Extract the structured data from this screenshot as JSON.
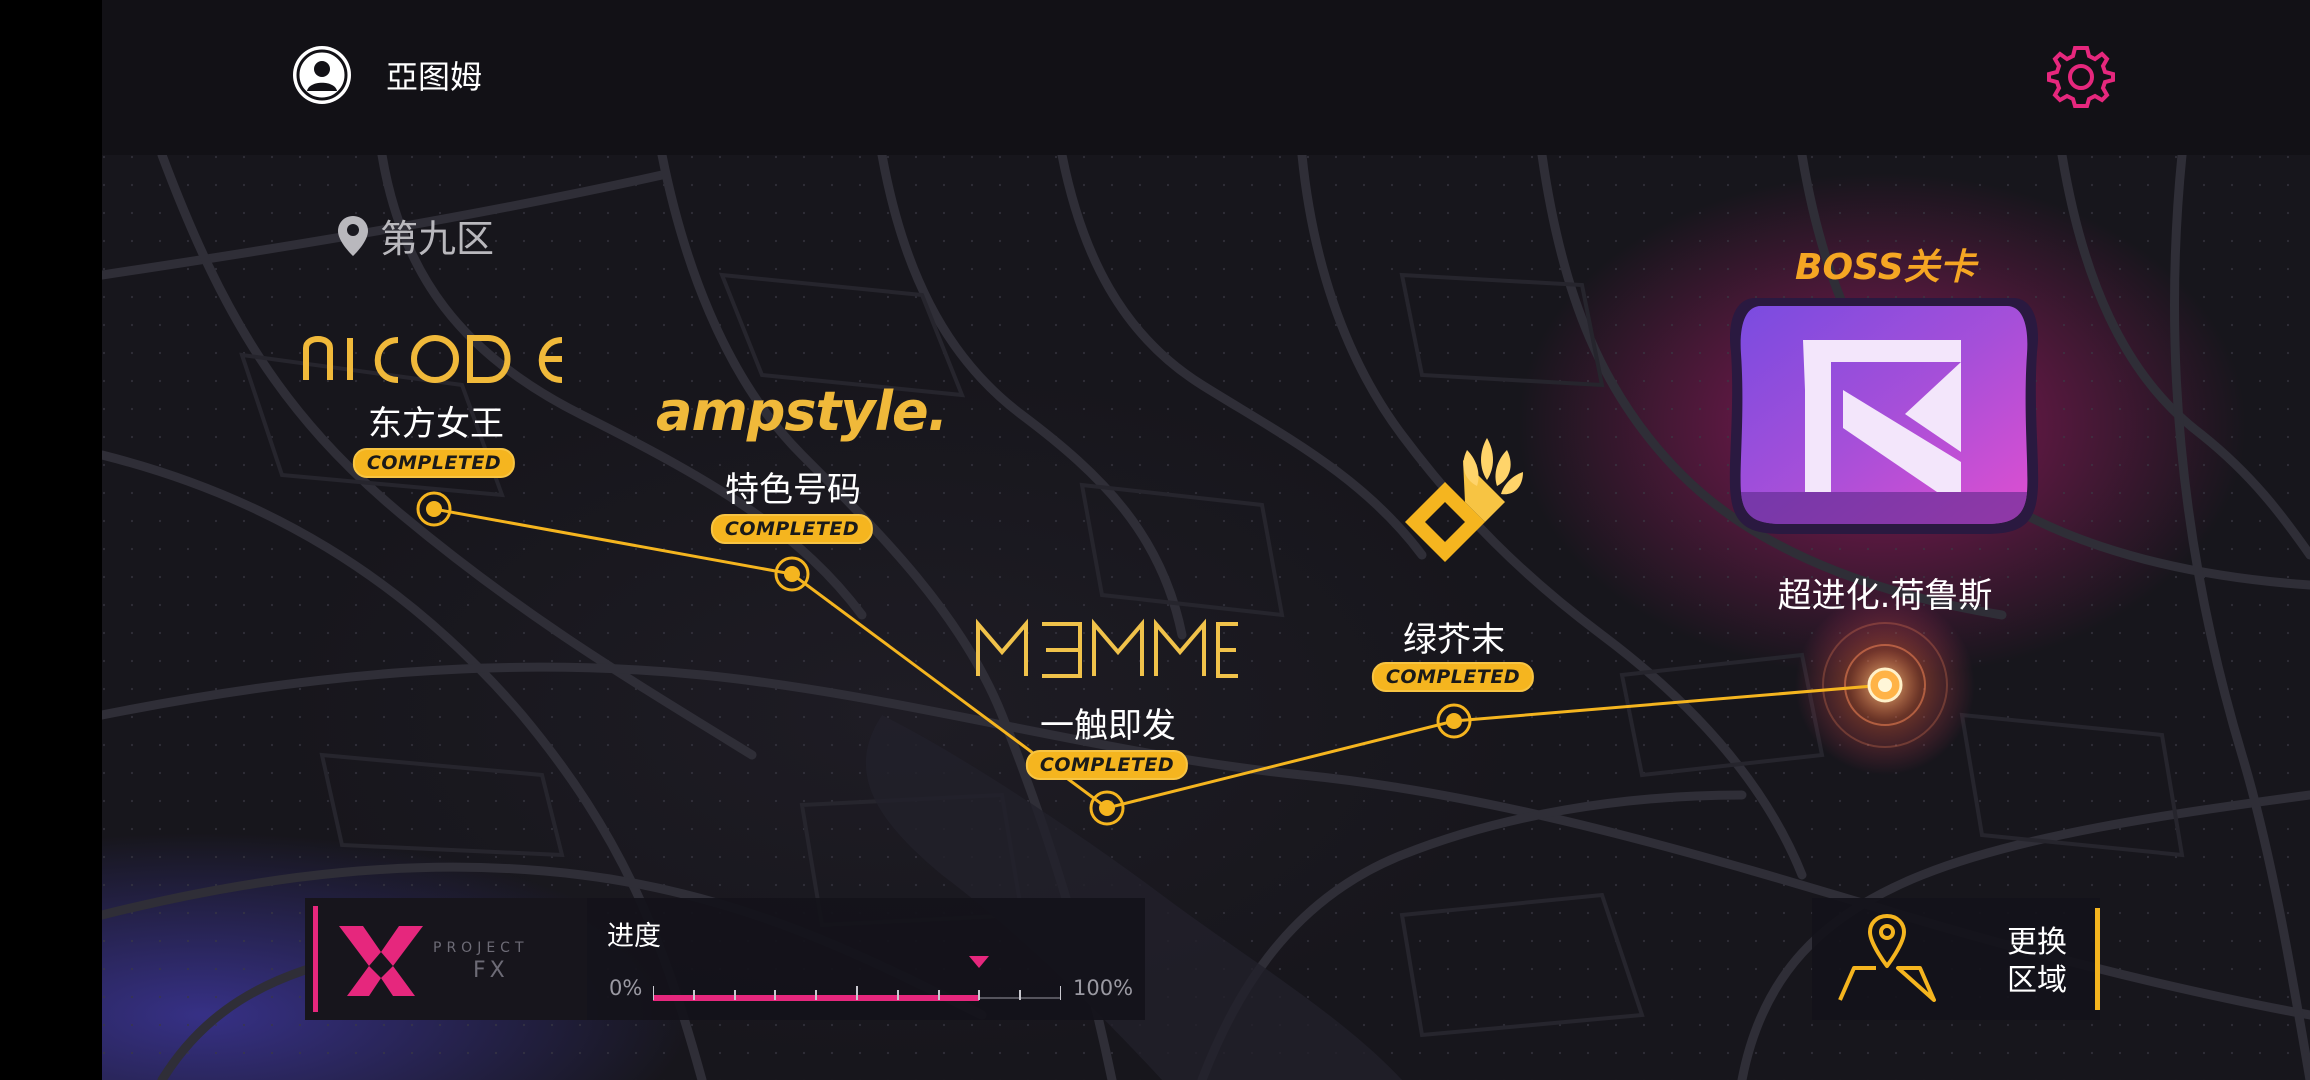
{
  "header": {
    "username": "亞图姆",
    "avatar_icon": "user-icon",
    "settings_icon": "gear-icon"
  },
  "zone": {
    "label": "第九区",
    "icon": "map-pin-icon"
  },
  "stages": [
    {
      "brand": "NICODE",
      "title": "东方女王",
      "status": "COMPLETED"
    },
    {
      "brand": "ampstyle.",
      "title": "特色号码",
      "status": "COMPLETED"
    },
    {
      "brand": "M3MME",
      "title": "一触即发",
      "status": "COMPLETED"
    },
    {
      "brand": "lotus-brand-logo",
      "title": "绿芥末",
      "status": "COMPLETED"
    }
  ],
  "boss": {
    "label": "BOSS关卡",
    "title": "超进化.荷鲁斯",
    "icon": "boss-emblem-icon"
  },
  "progress": {
    "logo_text": "PROJECT",
    "logo_sub": "FX",
    "title": "进度",
    "min_label": "0%",
    "max_label": "100%",
    "value": 0.8
  },
  "change_zone": {
    "line1": "更换",
    "line2": "区域",
    "icon": "map-location-icon"
  },
  "colors": {
    "accent_gold": "#f5b51f",
    "accent_pink": "#e6277d",
    "boss_purple": "#a54fd9"
  }
}
